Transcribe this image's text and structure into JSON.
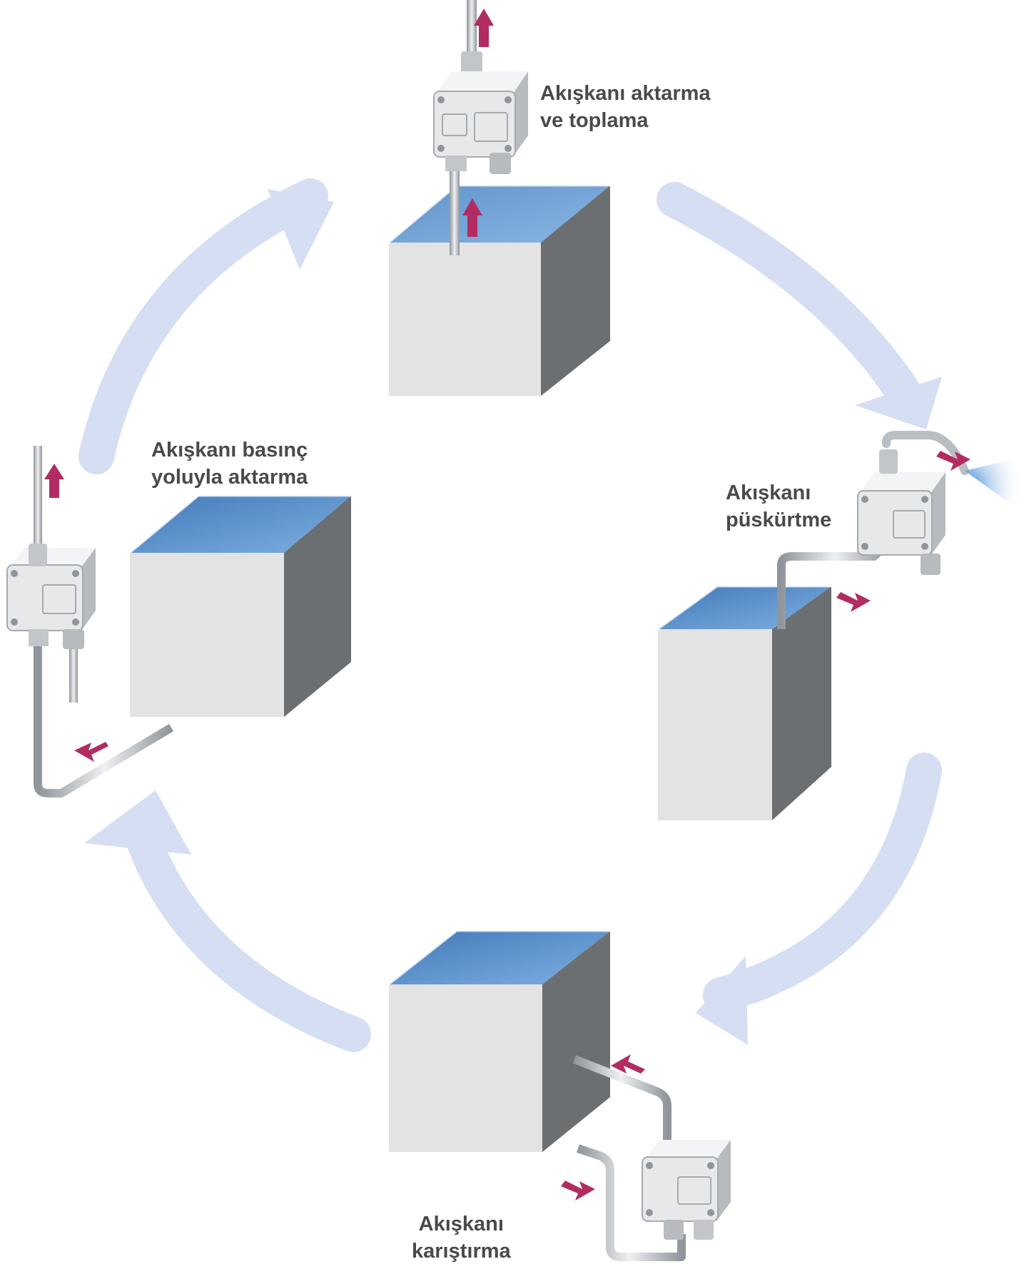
{
  "labels": {
    "transfer_collect": {
      "line1": "Akışkanı aktarma",
      "line2": "ve toplama"
    },
    "spray": {
      "line1": "Akışkanı",
      "line2": "püskürtme"
    },
    "mix": {
      "line1": "Akışkanı",
      "line2": "karıştırma"
    },
    "pressure_transfer": {
      "line1": "Akışkanı basınç",
      "line2": "yoluyla aktarma"
    }
  },
  "colors": {
    "cycle_arrow": "#d5def2",
    "flow_arrow": "#b22c62",
    "water": "#4b88c8",
    "tank_front": "#e3e3e3",
    "tank_side": "#6c6f72",
    "text": "#4a4a4a"
  }
}
